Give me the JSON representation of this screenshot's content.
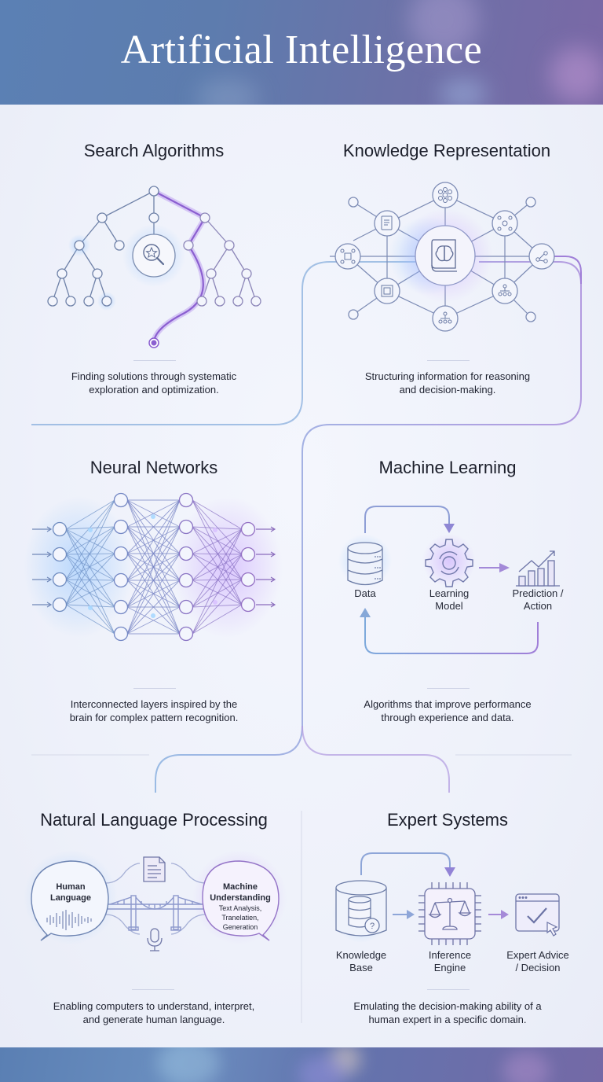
{
  "title": "Artificial Intelligence",
  "colors": {
    "blue": "#6f9bd6",
    "purple": "#9a7ad4",
    "stroke": "#6f7fa8",
    "header": "#5d7cae"
  },
  "sections": [
    {
      "id": "search",
      "title": "Search Algorithms",
      "desc_line1": "Finding solutions through systematic",
      "desc_line2": "exploration and optimization.",
      "icon": "magnifier-star-icon"
    },
    {
      "id": "knowledge",
      "title": "Knowledge Representation",
      "desc_line1": "Structuring information for reasoning",
      "desc_line2": "and decision-making.",
      "icon": "brain-book-icon"
    },
    {
      "id": "neural",
      "title": "Neural Networks",
      "desc_line1": "Interconnected layers inspired by the",
      "desc_line2": "brain for complex pattern recognition.",
      "layers": [
        4,
        6,
        6,
        4
      ]
    },
    {
      "id": "ml",
      "title": "Machine Learning",
      "desc_line1": "Algorithms that improve performance",
      "desc_line2": "through experience and data.",
      "steps": [
        {
          "label1": "Data",
          "label2": "",
          "icon": "database-icon"
        },
        {
          "label1": "Learning",
          "label2": "Model",
          "icon": "gear-cycle-icon"
        },
        {
          "label1": "Prediction /",
          "label2": "Action",
          "icon": "growth-chart-icon"
        }
      ]
    },
    {
      "id": "nlp",
      "title": "Natural Language Processing",
      "desc_line1": "Enabling computers to understand, interpret,",
      "desc_line2": "and generate human language.",
      "left_bubble": {
        "line1": "Human",
        "line2": "Language"
      },
      "right_bubble": {
        "line1": "Machine",
        "line2": "Understanding",
        "sub1": "Text Analysis,",
        "sub2": "Tranelatien,",
        "sub3": "Generation"
      }
    },
    {
      "id": "expert",
      "title": "Expert Systems",
      "desc_line1": "Emulating the decision-making ability of a",
      "desc_line2": "human expert in a specific domain.",
      "steps": [
        {
          "label1": "Knowledge",
          "label2": "Base",
          "icon": "database-question-icon"
        },
        {
          "label1": "Inference",
          "label2": "Engine",
          "icon": "scales-chip-icon"
        },
        {
          "label1": "Expert Advice",
          "label2": "/ Decision",
          "icon": "browser-check-icon"
        }
      ]
    }
  ]
}
